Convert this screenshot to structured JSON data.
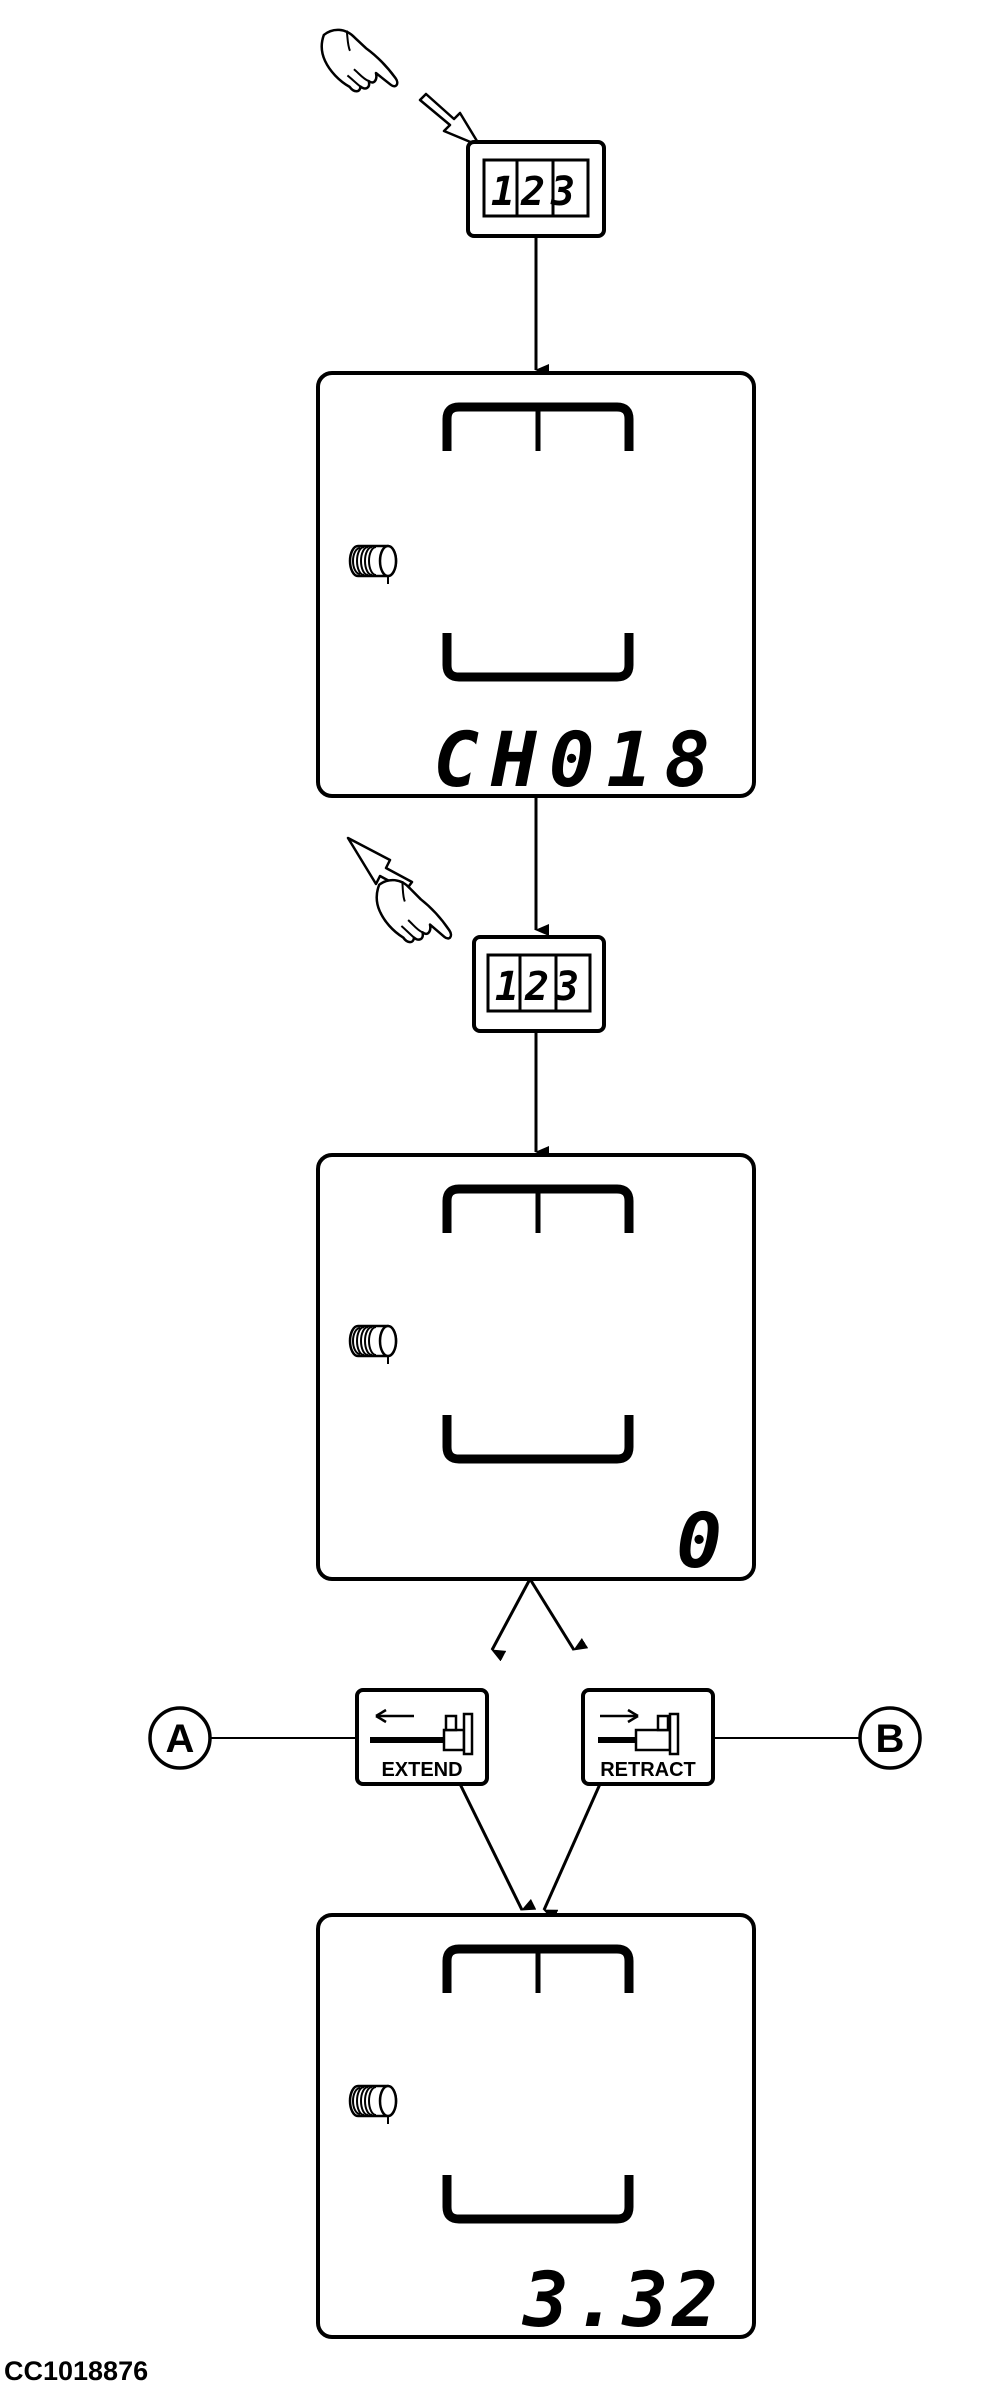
{
  "keypad_button": {
    "digits": "123",
    "icon": "numeric-keypad-icon"
  },
  "displays": [
    {
      "readout": "CH018",
      "icon": "spool-icon"
    },
    {
      "readout": "0",
      "icon": "spool-icon"
    },
    {
      "readout": "3.32",
      "icon": "spool-icon"
    }
  ],
  "buttons": {
    "extend": {
      "label": "EXTEND",
      "callout": "A",
      "icon": "cylinder-extend-icon"
    },
    "retract": {
      "label": "RETRACT",
      "callout": "B",
      "icon": "cylinder-retract-icon"
    }
  },
  "figure_id": "CC1018876"
}
